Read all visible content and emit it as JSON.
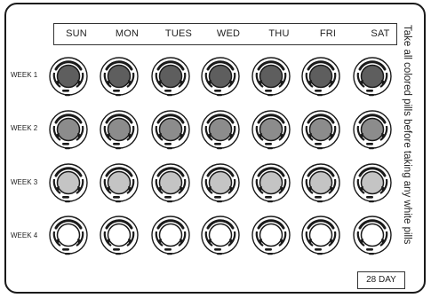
{
  "days": [
    "SUN",
    "MON",
    "TUES",
    "WED",
    "THU",
    "FRI",
    "SAT"
  ],
  "weeks": [
    {
      "label": "WEEK 1",
      "pill_color": "#5e5e5e"
    },
    {
      "label": "WEEK 2",
      "pill_color": "#8c8c8c"
    },
    {
      "label": "WEEK 3",
      "pill_color": "#c4c4c4"
    },
    {
      "label": "WEEK 4",
      "pill_color": "#ffffff"
    }
  ],
  "side_note": "Take all colored pills before taking any white pills",
  "day_count": "28 DAY",
  "colors": {
    "ink": "#1a1a1a"
  }
}
